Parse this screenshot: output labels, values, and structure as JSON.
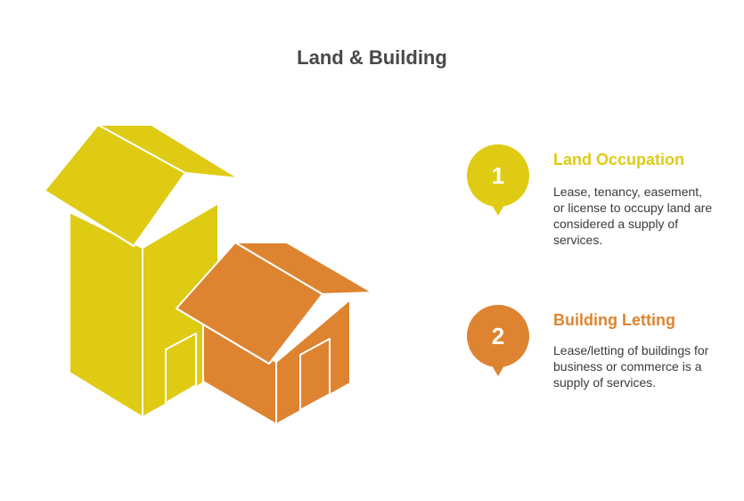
{
  "title": "Land & Building",
  "colors": {
    "yellow": "#DFCB14",
    "orange": "#DE8431",
    "title_text": "#484848"
  },
  "items": [
    {
      "number": "1",
      "title": "Land Occupation",
      "description": "Lease, tenancy, easement, or license to occupy land are considered a supply of services.",
      "color": "#DFCB14"
    },
    {
      "number": "2",
      "title": "Building Letting",
      "description": "Lease/letting of buildings for business or commerce is a supply of services.",
      "color": "#DE8431"
    }
  ],
  "illustration": {
    "tall_building_icon": "tall-building-icon",
    "house_icon": "house-icon"
  }
}
